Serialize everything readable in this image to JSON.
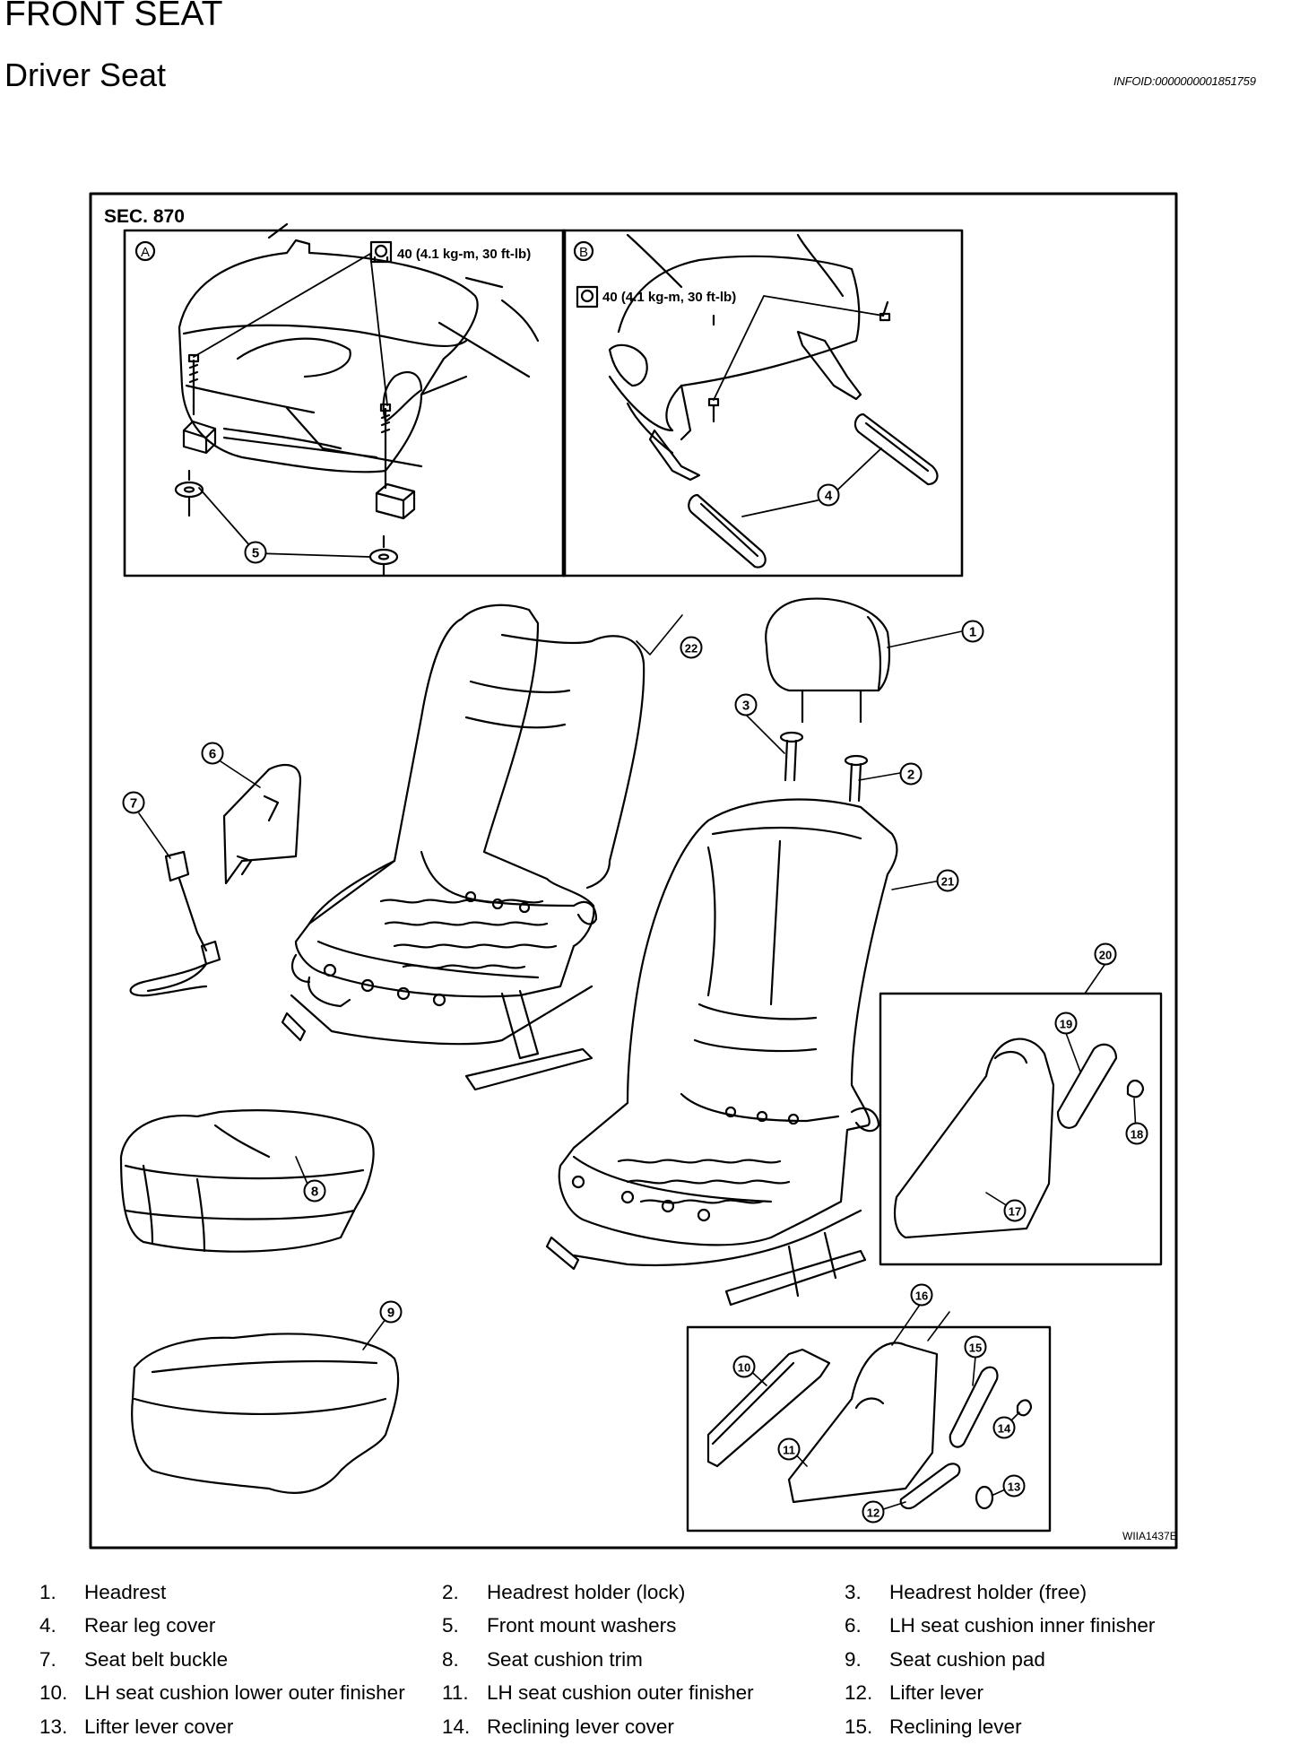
{
  "page": {
    "title": "FRONT SEAT",
    "subtitle": "Driver Seat",
    "info_id": "INFOID:0000000001851759"
  },
  "diagram": {
    "section": "SEC. 870",
    "inset_a": {
      "letter": "A",
      "torque": "40 (4.1 kg-m, 30 ft-lb)"
    },
    "inset_b": {
      "letter": "B",
      "torque": "40 (4.1 kg-m, 30 ft-lb)"
    },
    "figure_code": "WIIA1437E",
    "callouts": [
      "1",
      "2",
      "3",
      "4",
      "5",
      "6",
      "7",
      "8",
      "9",
      "10",
      "11",
      "12",
      "13",
      "14",
      "15",
      "16",
      "17",
      "18",
      "19",
      "20",
      "21",
      "22"
    ],
    "colors": {
      "line": "#000000",
      "background": "#ffffff"
    }
  },
  "parts_list": [
    {
      "num": "1.",
      "name": "Headrest"
    },
    {
      "num": "2.",
      "name": "Headrest holder (lock)"
    },
    {
      "num": "3.",
      "name": "Headrest holder (free)"
    },
    {
      "num": "4.",
      "name": "Rear leg cover"
    },
    {
      "num": "5.",
      "name": "Front mount washers"
    },
    {
      "num": "6.",
      "name": "LH seat cushion inner finisher"
    },
    {
      "num": "7.",
      "name": "Seat belt buckle"
    },
    {
      "num": "8.",
      "name": "Seat cushion trim"
    },
    {
      "num": "9.",
      "name": "Seat cushion pad"
    },
    {
      "num": "10.",
      "name": "LH seat cushion lower outer finisher"
    },
    {
      "num": "11.",
      "name": "LH seat cushion outer finisher"
    },
    {
      "num": "12.",
      "name": "Lifter lever"
    },
    {
      "num": "13.",
      "name": "Lifter lever cover"
    },
    {
      "num": "14.",
      "name": "Reclining lever cover"
    },
    {
      "num": "15.",
      "name": "Reclining lever"
    }
  ]
}
